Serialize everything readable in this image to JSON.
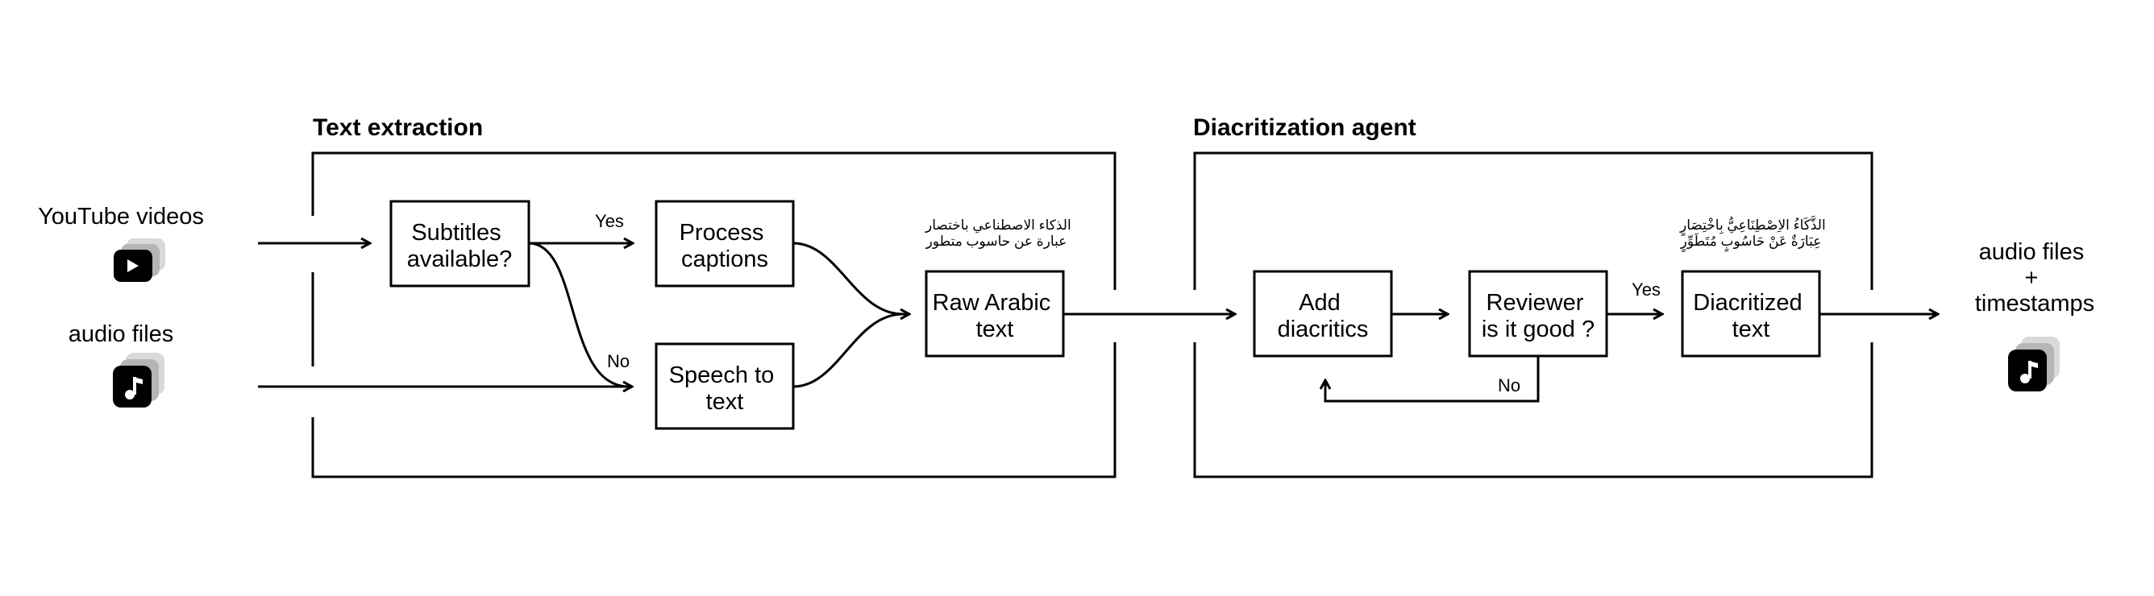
{
  "inputs": {
    "youtube_label": "YouTube videos",
    "audio_label": "audio files",
    "youtube_icon": "youtube-play-icon",
    "audio_icon": "music-note-icon"
  },
  "text_extraction": {
    "title": "Text extraction",
    "subtitles_line1": "Subtitles",
    "subtitles_line2": "available?",
    "yes_label": "Yes",
    "no_label": "No",
    "process_line1": "Process",
    "process_line2": "captions",
    "speech_line1": "Speech to",
    "speech_line2": "text",
    "raw_line1": "Raw Arabic",
    "raw_line2": "text",
    "arabic_sample_line1": "الذكاء الاصطناعي باختصار",
    "arabic_sample_line2": "عبارة عن حاسوب متطور"
  },
  "diacritization": {
    "title": "Diacritization agent",
    "add_line1": "Add",
    "add_line2": "diacritics",
    "reviewer_line1": "Reviewer",
    "reviewer_line2": "is it good ?",
    "yes_label": "Yes",
    "no_label": "No",
    "diacritized_line1": "Diacritized",
    "diacritized_line2": "text",
    "arabic_sample_line1": "الذَّكَاءُ الاِصْطِنَاعِيُّ بِاخْتِصَارٍ",
    "arabic_sample_line2": "عِبَارَةٌ عَنْ حَاسُوبٍ مُتَطَوِّرٍ"
  },
  "output": {
    "line1": "audio files",
    "line2": "+",
    "line3": "timestamps",
    "icon": "music-note-icon"
  }
}
